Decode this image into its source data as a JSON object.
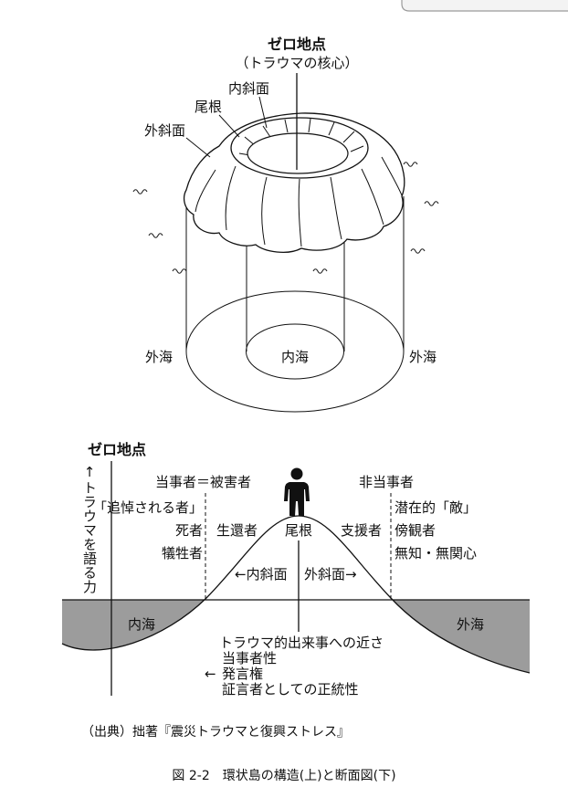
{
  "top_diagram": {
    "zero_point": "ゼロ地点",
    "zero_point_note": "（トラウマの核心）",
    "inner_slope": "内斜面",
    "ridge": "尾根",
    "outer_slope": "外斜面",
    "inner_sea": "内海",
    "outer_sea_left": "外海",
    "outer_sea_right": "外海"
  },
  "bottom_diagram": {
    "zero_point": "ゼロ地点",
    "axis_label": "↑トラウマを語る力",
    "left_heading": "当事者＝被害者",
    "right_heading": "非当事者",
    "left_column": [
      "「追悼される者」",
      "死者",
      "犠牲者"
    ],
    "survivors": "生還者",
    "ridge": "尾根",
    "supporters": "支援者",
    "right_column": [
      "潜在的「敵」",
      "傍観者",
      "無知・無関心"
    ],
    "inner_slope": "←内斜面",
    "outer_slope": "外斜面→",
    "inner_sea": "内海",
    "outer_sea": "外海",
    "proximity": "トラウマ的出来事への近さ",
    "arrow": "←",
    "factors": [
      "当事者性",
      "発言権",
      "証言者としての正統性"
    ]
  },
  "source": "（出典）拙著『震災トラウマと復興ストレス』",
  "caption": "図 2-2　環状島の構造(上)と断面図(下)",
  "colors": {
    "sea_fill": "#9c9c9c",
    "ink": "#111111",
    "panel_fill": "#f3f3f3"
  },
  "icons": {
    "person": "person-icon",
    "wave": "wave-mark"
  }
}
